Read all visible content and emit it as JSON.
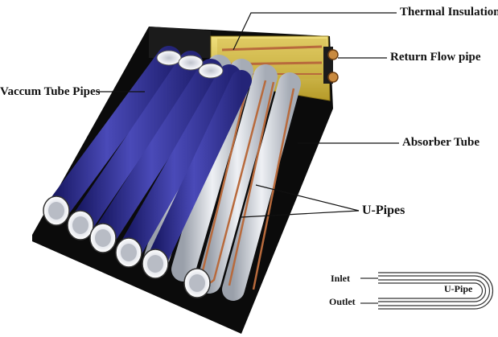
{
  "labels": {
    "thermal_insulation": "Thermal Insulation",
    "return_flow_pipe": "Return Flow pipe",
    "vacuum_tube_pipes": "Vaccum Tube Pipes",
    "absorber_tube": "Absorber Tube",
    "u_pipes": "U-Pipes",
    "inlet": "Inlet",
    "outlet": "Outlet",
    "u_pipe": "U-Pipe"
  },
  "colors": {
    "frame": "#0b0b0b",
    "vacuum_tube": "#34349a",
    "absorber_tube": "#c9ced6",
    "insulation": "#d8c24a",
    "copper_pipe": "#b86a3c",
    "tube_end": "#e9e9ee"
  }
}
